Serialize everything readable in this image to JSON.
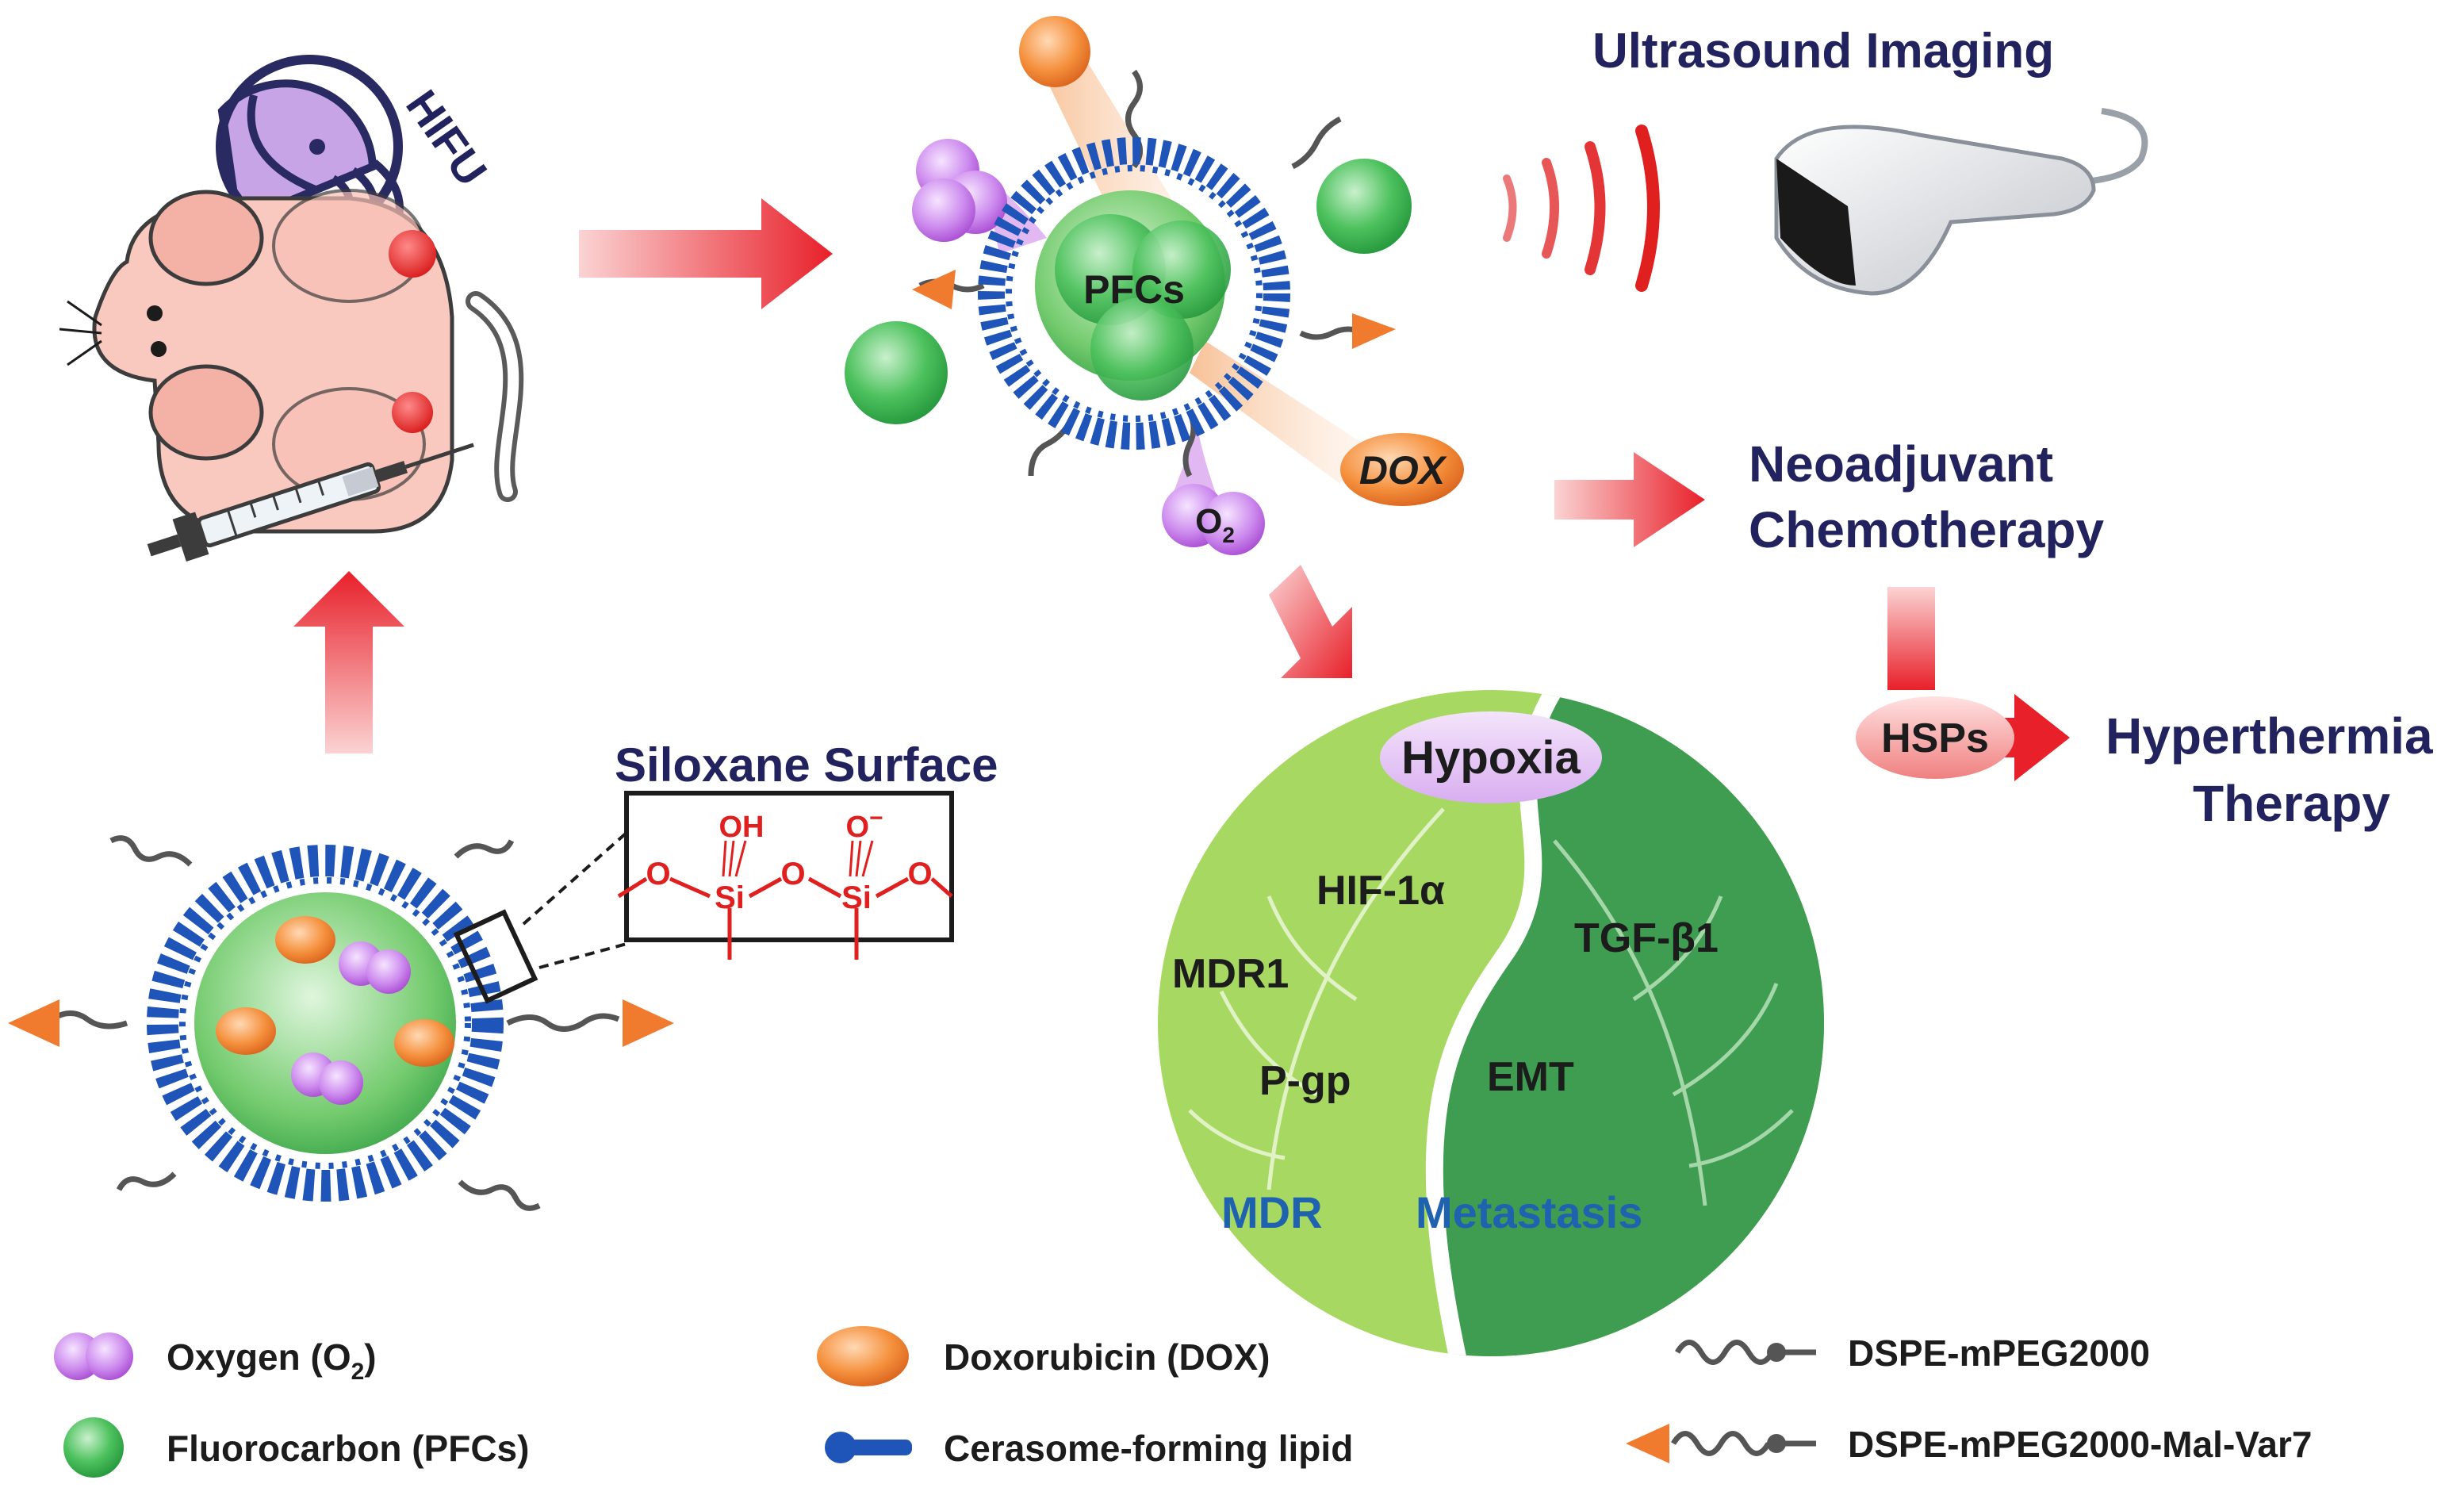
{
  "labels": {
    "hifu": "HIFU",
    "pfcs": "PFCs",
    "dox": "DOX",
    "o2": "O",
    "o2_sub": "2",
    "ultrasound": "Ultrasound Imaging",
    "neoadjuvant": "Neoadjuvant",
    "chemotherapy": "Chemotherapy",
    "hsps": "HSPs",
    "hyperthermia": "Hyperthermia",
    "therapy": "Therapy",
    "siloxane": "Siloxane Surface",
    "hypoxia": "Hypoxia",
    "hif": "HIF-1α",
    "mdr1": "MDR1",
    "pgp": "P-gp",
    "tgf": "TGF-β1",
    "emt": "EMT",
    "mdr": "MDR",
    "metastasis": "Metastasis"
  },
  "chem": {
    "oh": "OH",
    "o_minus": "O",
    "minus": "−",
    "si": "Si",
    "o": "O"
  },
  "legend": {
    "oxygen": "Oxygen (O",
    "oxygen_sub": "2",
    "oxygen_end": ")",
    "fluorocarbon": "Fluorocarbon (PFCs)",
    "doxorubicin": "Doxorubicin (DOX)",
    "lipid": "Cerasome-forming lipid",
    "dspe": "DSPE-mPEG2000",
    "dspe_mal": "DSPE-mPEG2000-Mal-Var7"
  },
  "colors": {
    "arrow_red": "#e8202a",
    "text_navy": "#22235e",
    "text_blue": "#1e62b0",
    "pfc_green": "#34b54a",
    "lipid_blue": "#1f55b8",
    "dox_orange": "#f07a2e",
    "oxygen_purple": "#c77ce6",
    "leaf_light": "#9fd15a",
    "leaf_dark": "#3a9a4e"
  }
}
